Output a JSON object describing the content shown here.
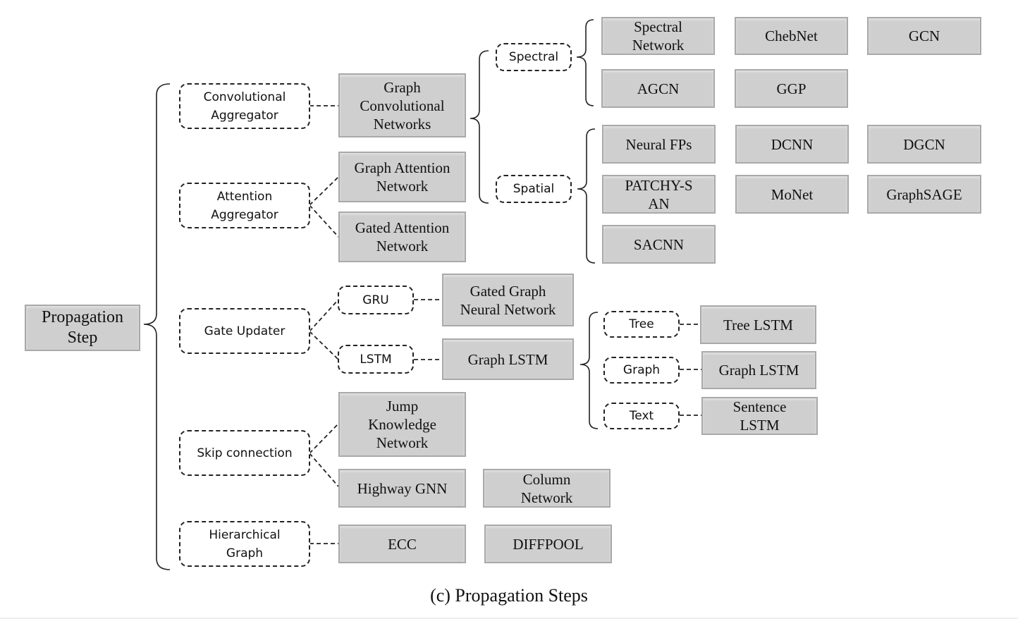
{
  "caption": "(c) Propagation Steps",
  "root": {
    "label": "Propagation Step"
  },
  "groups": {
    "convolutional": "Convolutional Aggregator",
    "attention": "Attention Aggregator",
    "gate": "Gate Updater",
    "skip": "Skip connection",
    "hierarchical": "Hierarchical Graph",
    "spectral": "Spectral",
    "spatial": "Spatial",
    "gru": "GRU",
    "lstm": "LSTM",
    "tree": "Tree",
    "graph": "Graph",
    "text": "Text"
  },
  "models": {
    "gcn_family": "Graph Convolutional Networks",
    "spectral_network": "Spectral Network",
    "chebnet": "ChebNet",
    "gcn": "GCN",
    "agcn": "AGCN",
    "ggp": "GGP",
    "neural_fps": "Neural FPs",
    "dcnn": "DCNN",
    "dgcn": "DGCN",
    "patchy_san": "PATCHY-SAN",
    "monet": "MoNet",
    "graphsage": "GraphSAGE",
    "sacnn": "SACNN",
    "gat": "Graph Attention Network",
    "gaan": "Gated Attention Network",
    "ggnn": "Gated Graph Neural Network",
    "graph_lstm": "Graph LSTM",
    "tree_lstm": "Tree LSTM",
    "graph_lstm_2": "Graph LSTM",
    "sentence_lstm": "Sentence LSTM",
    "jkn": "Jump Knowledge Network",
    "highway_gnn": "Highway GNN",
    "column_network": "Column Network",
    "ecc": "ECC",
    "diffpool": "DIFFPOOL"
  }
}
